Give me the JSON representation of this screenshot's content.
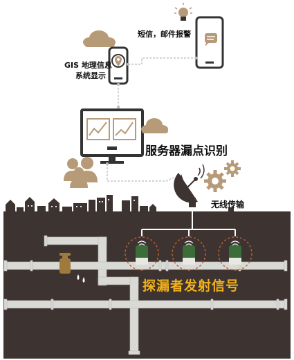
{
  "labels": {
    "sms_alert": "短信，邮件报警",
    "gis_line1": "GIS 地理信息",
    "gis_line2": "系统显示",
    "server_identify": "服务器漏点识别",
    "wireless": "无线传输",
    "leak_transmitter": "探漏者发射信号"
  },
  "colors": {
    "ground": "#3d3330",
    "pipe": "#d9d9d6",
    "device_border": "#333333",
    "cloud": "#b79a78",
    "signal_text": "#f2b21b",
    "sensor_ring": "#c0622f",
    "valve": "#a07a3c"
  }
}
